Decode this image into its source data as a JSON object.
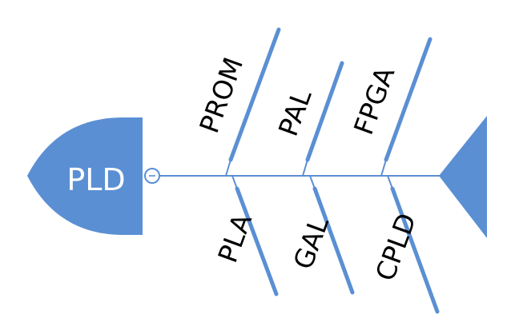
{
  "diagram": {
    "type": "fishbone",
    "head_label": "PLD",
    "accent_color": "#5b8fd4",
    "background": "#ffffff",
    "top_categories": [
      "PROM",
      "PAL",
      "FPGA"
    ],
    "bottom_categories": [
      "PLA",
      "GAL",
      "CPLD"
    ],
    "connector_icon": "minus-circle-icon"
  }
}
